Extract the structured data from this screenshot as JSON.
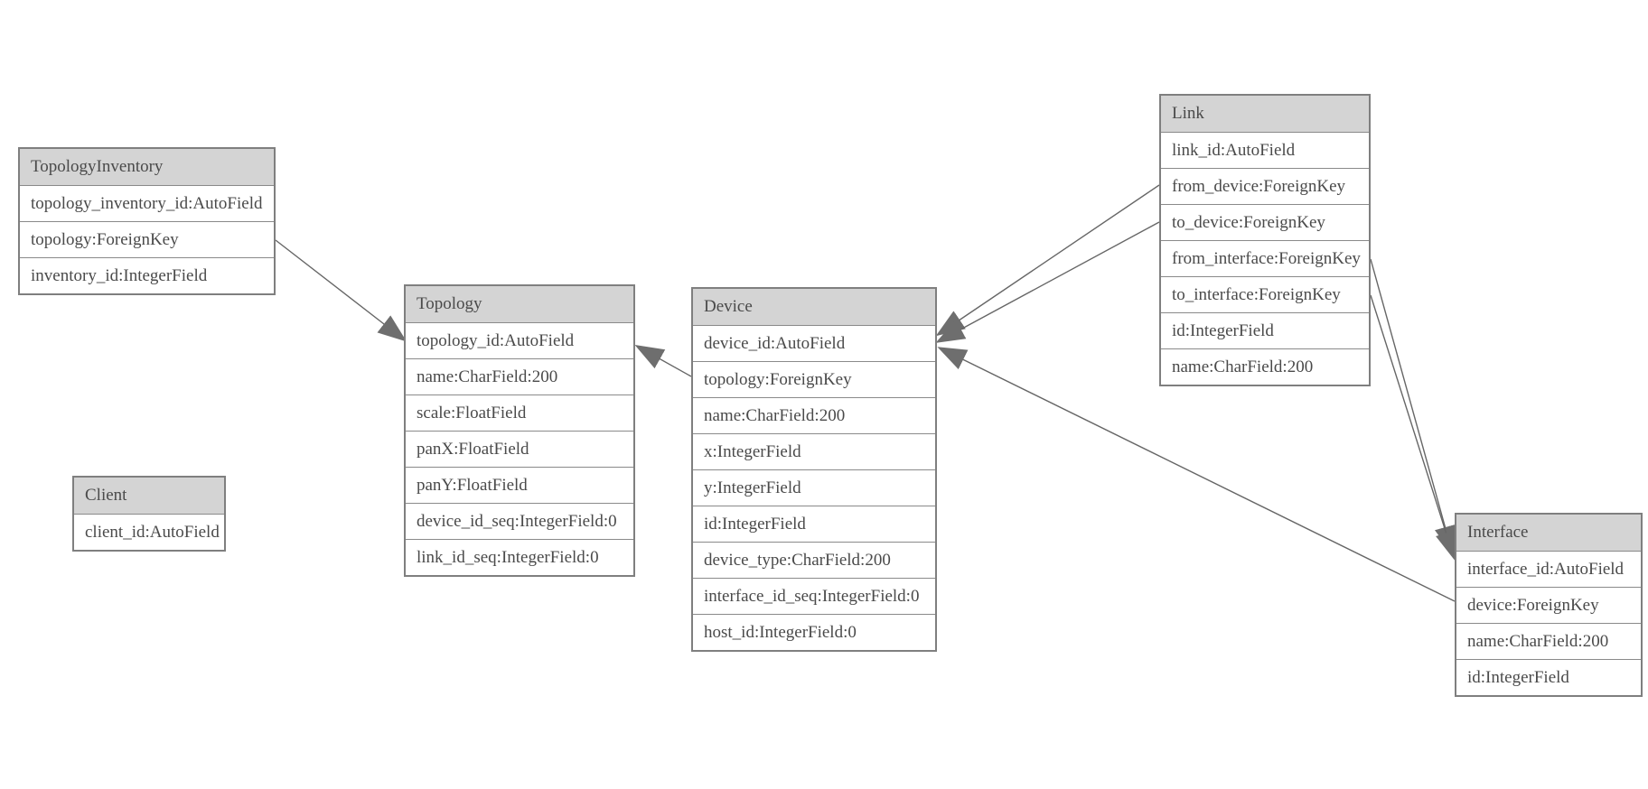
{
  "diagram": {
    "entities": [
      {
        "title": "TopologyInventory",
        "fields": [
          "topology_inventory_id:AutoField",
          "topology:ForeignKey",
          "inventory_id:IntegerField"
        ]
      },
      {
        "title": "Topology",
        "fields": [
          "topology_id:AutoField",
          "name:CharField:200",
          "scale:FloatField",
          "panX:FloatField",
          "panY:FloatField",
          "device_id_seq:IntegerField:0",
          "link_id_seq:IntegerField:0"
        ]
      },
      {
        "title": "Client",
        "fields": [
          "client_id:AutoField"
        ]
      },
      {
        "title": "Device",
        "fields": [
          "device_id:AutoField",
          "topology:ForeignKey",
          "name:CharField:200",
          "x:IntegerField",
          "y:IntegerField",
          "id:IntegerField",
          "device_type:CharField:200",
          "interface_id_seq:IntegerField:0",
          "host_id:IntegerField:0"
        ]
      },
      {
        "title": "Link",
        "fields": [
          "link_id:AutoField",
          "from_device:ForeignKey",
          "to_device:ForeignKey",
          "from_interface:ForeignKey",
          "to_interface:ForeignKey",
          "id:IntegerField",
          "name:CharField:200"
        ]
      },
      {
        "title": "Interface",
        "fields": [
          "interface_id:AutoField",
          "device:ForeignKey",
          "name:CharField:200",
          "id:IntegerField"
        ]
      }
    ],
    "relations": [
      {
        "from": "TopologyInventory.topology",
        "to": "Topology.topology_id"
      },
      {
        "from": "Device.topology",
        "to": "Topology.topology_id"
      },
      {
        "from": "Link.from_device",
        "to": "Device.device_id"
      },
      {
        "from": "Link.to_device",
        "to": "Device.device_id"
      },
      {
        "from": "Interface.device",
        "to": "Device.device_id"
      },
      {
        "from": "Link.from_interface",
        "to": "Interface.interface_id"
      },
      {
        "from": "Link.to_interface",
        "to": "Interface.interface_id"
      }
    ],
    "colors": {
      "header_bg": "#d4d4d4",
      "border": "#7f7f7f",
      "text": "#4a4a4a",
      "line": "#666666",
      "arrow": "#6e6e6e",
      "background": "#ffffff"
    }
  }
}
